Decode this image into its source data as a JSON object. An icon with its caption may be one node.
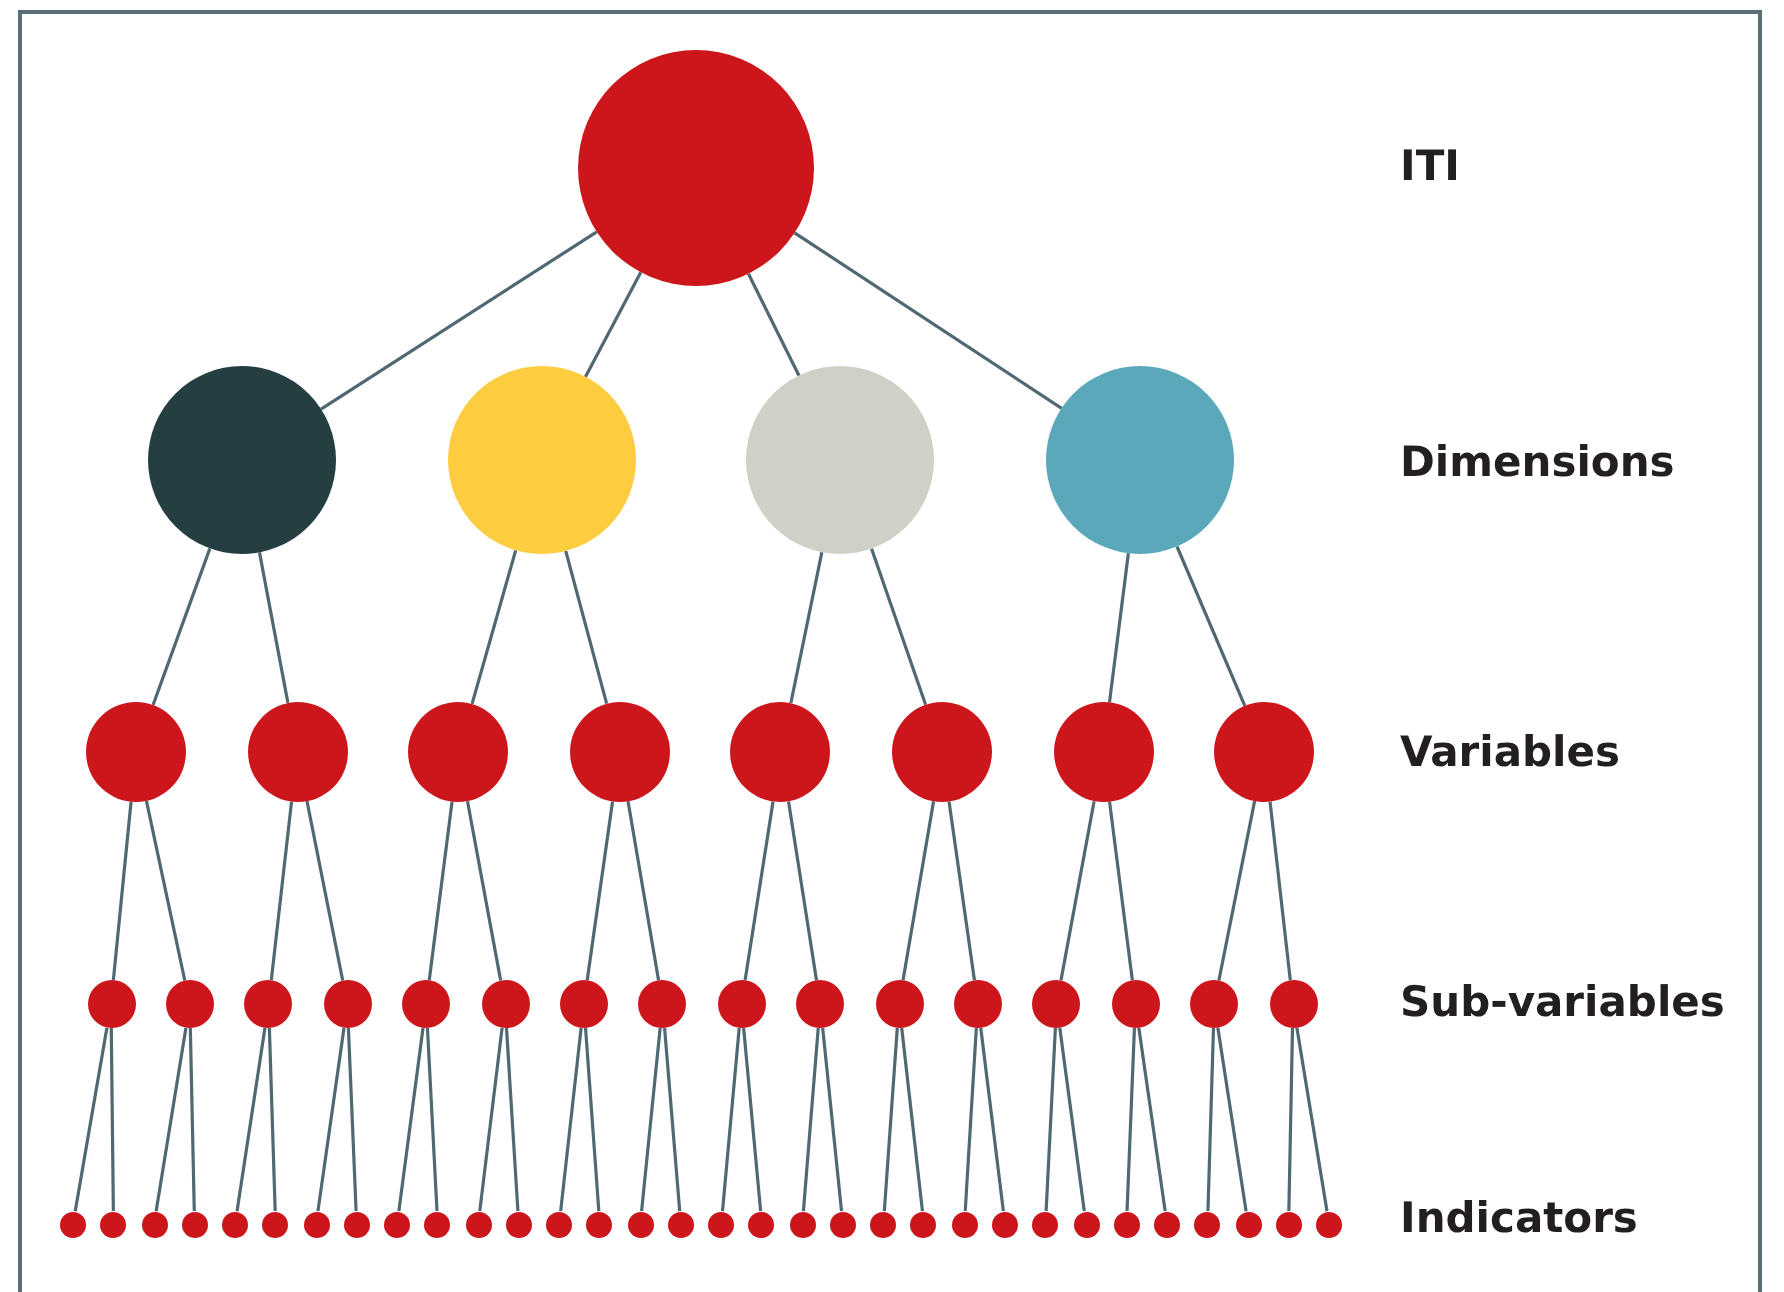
{
  "diagram": {
    "nodes": [
      {
        "text": [],
        "shape": "circle"
      },
      {
        "text": [],
        "shape": "circle"
      },
      {
        "text": [],
        "shape": "circle"
      },
      {
        "text": [],
        "shape": "circle"
      },
      {
        "text": [],
        "shape": "circle"
      },
      {
        "text": [],
        "shape": "circle"
      },
      {
        "text": [],
        "shape": "circle"
      },
      {
        "text": [],
        "shape": "circle"
      },
      {
        "text": [],
        "shape": "circle"
      },
      {
        "text": [],
        "shape": "circle"
      },
      {
        "text": [],
        "shape": "circle"
      },
      {
        "text": [],
        "shape": "circle"
      },
      {
        "text": [],
        "shape": "circle"
      },
      {
        "text": [],
        "shape": "circle"
      },
      {
        "text": [],
        "shape": "circle"
      },
      {
        "text": [],
        "shape": "circle"
      },
      {
        "text": [],
        "shape": "circle"
      },
      {
        "text": [],
        "shape": "circle"
      },
      {
        "text": [],
        "shape": "circle"
      },
      {
        "text": [],
        "shape": "circle"
      },
      {
        "text": [],
        "shape": "circle"
      },
      {
        "text": [],
        "shape": "circle"
      },
      {
        "text": [],
        "shape": "circle"
      },
      {
        "text": [],
        "shape": "circle"
      },
      {
        "text": [],
        "shape": "circle"
      },
      {
        "text": [],
        "shape": "circle"
      },
      {
        "text": [],
        "shape": "circle"
      },
      {
        "text": [],
        "shape": "circle"
      },
      {
        "text": [],
        "shape": "circle"
      },
      {
        "text": [],
        "shape": "circle"
      },
      {
        "text": [],
        "shape": "circle"
      },
      {
        "text": [],
        "shape": "circle"
      },
      {
        "text": [],
        "shape": "circle"
      },
      {
        "text": [],
        "shape": "circle"
      },
      {
        "text": [],
        "shape": "circle"
      },
      {
        "text": [],
        "shape": "circle"
      },
      {
        "text": [],
        "shape": "circle"
      },
      {
        "text": [],
        "shape": "circle"
      },
      {
        "text": [],
        "shape": "circle"
      },
      {
        "text": [],
        "shape": "circle"
      },
      {
        "text": [],
        "shape": "circle"
      },
      {
        "text": [],
        "shape": "circle"
      },
      {
        "text": [],
        "shape": "circle"
      },
      {
        "text": [],
        "shape": "circle"
      },
      {
        "text": [],
        "shape": "circle"
      },
      {
        "text": [],
        "shape": "circle"
      },
      {
        "text": [],
        "shape": "circle"
      },
      {
        "text": [],
        "shape": "circle"
      },
      {
        "text": [],
        "shape": "circle"
      },
      {
        "text": [],
        "shape": "circle"
      },
      {
        "text": [],
        "shape": "circle"
      },
      {
        "text": [],
        "shape": "circle"
      },
      {
        "text": [],
        "shape": "circle"
      },
      {
        "text": [],
        "shape": "circle"
      },
      {
        "text": [],
        "shape": "circle"
      },
      {
        "text": [],
        "shape": "circle"
      },
      {
        "text": [],
        "shape": "circle"
      },
      {
        "text": [],
        "shape": "circle"
      },
      {
        "text": [],
        "shape": "circle"
      },
      {
        "text": [],
        "shape": "circle"
      },
      {
        "text": [],
        "shape": "circle"
      }
    ],
    "edges": [
      {
        "from": 0,
        "to": 1,
        "arrow": "none"
      },
      {
        "from": 0,
        "to": 2,
        "arrow": "none"
      },
      {
        "from": 0,
        "to": 3,
        "arrow": "none"
      },
      {
        "from": 0,
        "to": 4,
        "arrow": "none"
      },
      {
        "from": 1,
        "to": 5,
        "arrow": "none"
      },
      {
        "from": 1,
        "to": 6,
        "arrow": "none"
      },
      {
        "from": 2,
        "to": 7,
        "arrow": "none"
      },
      {
        "from": 2,
        "to": 8,
        "arrow": "none"
      },
      {
        "from": 3,
        "to": 9,
        "arrow": "none"
      },
      {
        "from": 3,
        "to": 10,
        "arrow": "none"
      },
      {
        "from": 4,
        "to": 11,
        "arrow": "none"
      },
      {
        "from": 4,
        "to": 12,
        "arrow": "none"
      },
      {
        "from": 5,
        "to": 13,
        "arrow": "none"
      },
      {
        "from": 5,
        "to": 14,
        "arrow": "none"
      },
      {
        "from": 6,
        "to": 15,
        "arrow": "none"
      },
      {
        "from": 6,
        "to": 16,
        "arrow": "none"
      },
      {
        "from": 7,
        "to": 17,
        "arrow": "none"
      },
      {
        "from": 7,
        "to": 18,
        "arrow": "none"
      },
      {
        "from": 8,
        "to": 19,
        "arrow": "none"
      },
      {
        "from": 8,
        "to": 20,
        "arrow": "none"
      },
      {
        "from": 9,
        "to": 21,
        "arrow": "none"
      },
      {
        "from": 9,
        "to": 22,
        "arrow": "none"
      },
      {
        "from": 10,
        "to": 23,
        "arrow": "none"
      },
      {
        "from": 10,
        "to": 24,
        "arrow": "none"
      },
      {
        "from": 11,
        "to": 25,
        "arrow": "none"
      },
      {
        "from": 11,
        "to": 26,
        "arrow": "none"
      },
      {
        "from": 12,
        "to": 27,
        "arrow": "none"
      },
      {
        "from": 12,
        "to": 28,
        "arrow": "none"
      },
      {
        "from": 13,
        "to": 29,
        "arrow": "none"
      },
      {
        "from": 13,
        "to": 30,
        "arrow": "none"
      },
      {
        "from": 14,
        "to": 31,
        "arrow": "none"
      },
      {
        "from": 14,
        "to": 32,
        "arrow": "none"
      },
      {
        "from": 15,
        "to": 33,
        "arrow": "none"
      },
      {
        "from": 15,
        "to": 34,
        "arrow": "none"
      },
      {
        "from": 16,
        "to": 35,
        "arrow": "none"
      },
      {
        "from": 16,
        "to": 36,
        "arrow": "none"
      },
      {
        "from": 17,
        "to": 37,
        "arrow": "none"
      },
      {
        "from": 17,
        "to": 38,
        "arrow": "none"
      },
      {
        "from": 18,
        "to": 39,
        "arrow": "none"
      },
      {
        "from": 18,
        "to": 40,
        "arrow": "none"
      },
      {
        "from": 19,
        "to": 41,
        "arrow": "none"
      },
      {
        "from": 19,
        "to": 42,
        "arrow": "none"
      },
      {
        "from": 20,
        "to": 43,
        "arrow": "none"
      },
      {
        "from": 20,
        "to": 44,
        "arrow": "none"
      },
      {
        "from": 21,
        "to": 45,
        "arrow": "none"
      },
      {
        "from": 21,
        "to": 46,
        "arrow": "none"
      },
      {
        "from": 22,
        "to": 47,
        "arrow": "none"
      },
      {
        "from": 22,
        "to": 48,
        "arrow": "none"
      },
      {
        "from": 23,
        "to": 49,
        "arrow": "none"
      },
      {
        "from": 23,
        "to": 50,
        "arrow": "none"
      },
      {
        "from": 24,
        "to": 51,
        "arrow": "none"
      },
      {
        "from": 24,
        "to": 52,
        "arrow": "none"
      },
      {
        "from": 25,
        "to": 53,
        "arrow": "none"
      },
      {
        "from": 25,
        "to": 54,
        "arrow": "none"
      },
      {
        "from": 26,
        "to": 55,
        "arrow": "none"
      },
      {
        "from": 26,
        "to": 56,
        "arrow": "none"
      },
      {
        "from": 27,
        "to": 57,
        "arrow": "none"
      },
      {
        "from": 27,
        "to": 58,
        "arrow": "none"
      },
      {
        "from": 28,
        "to": 59,
        "arrow": "none"
      },
      {
        "from": 28,
        "to": 60,
        "arrow": "none"
      }
    ],
    "labels": [
      "ITI",
      "Dimensions",
      "Variables",
      "Sub-variables",
      "Indicators"
    ]
  }
}
